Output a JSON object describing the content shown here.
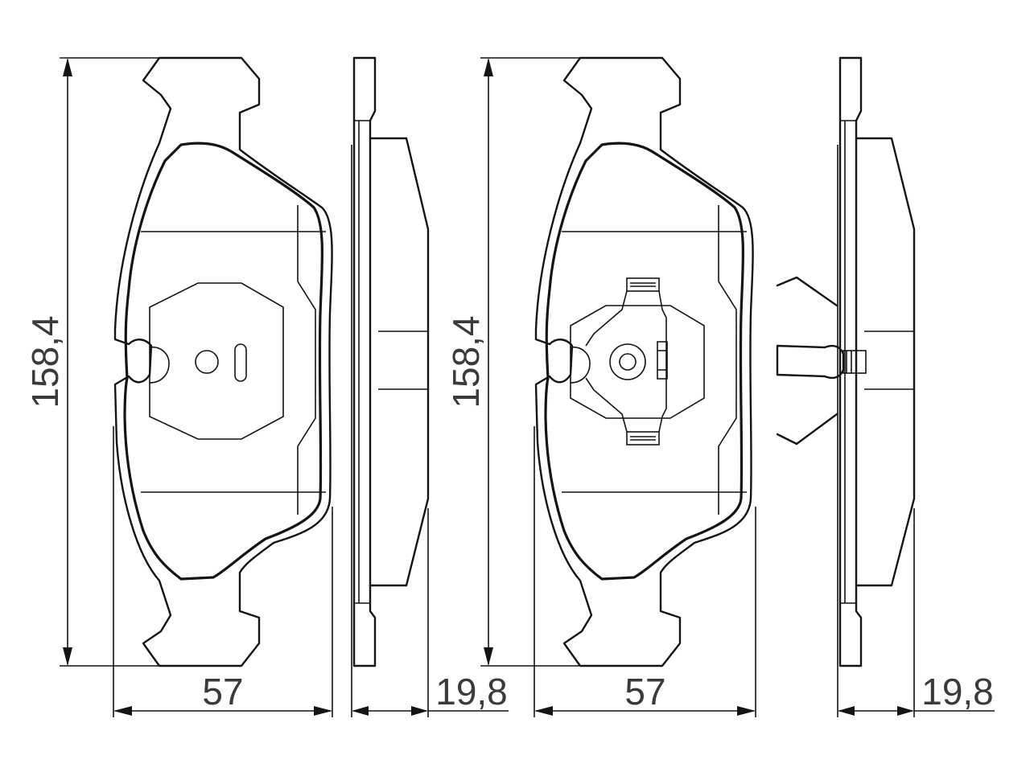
{
  "dimensions": {
    "pad1_height": "158,4",
    "pad1_width": "57",
    "pad1_thickness": "19,8",
    "pad2_height": "158,4",
    "pad2_width": "57",
    "pad2_thickness": "19,8"
  },
  "colors": {
    "line": "#141414",
    "text": "#3a3a3a",
    "background": "#ffffff"
  }
}
